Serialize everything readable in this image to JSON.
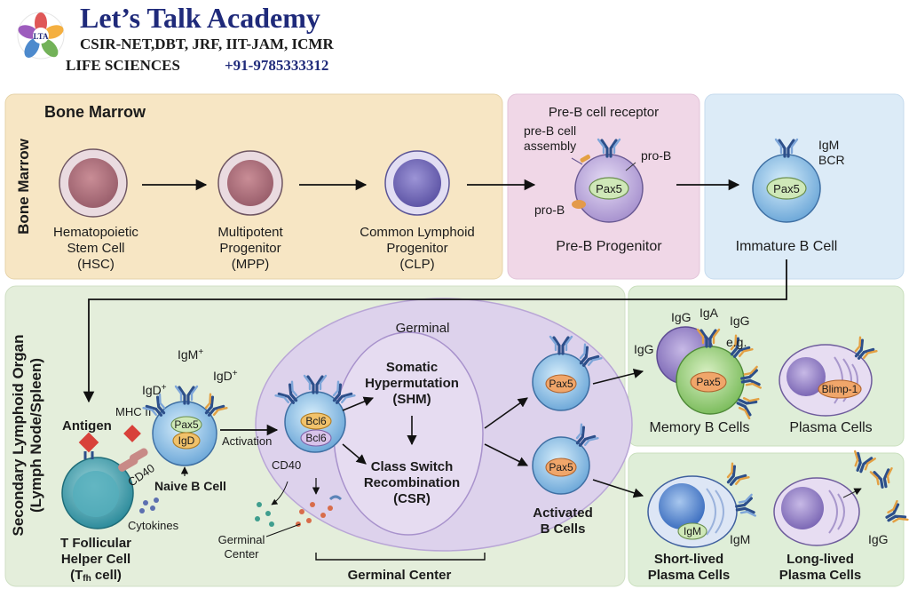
{
  "header": {
    "title": "Let’s Talk Academy",
    "subtitle": "CSIR-NET,DBT, JRF, IIT-JAM, ICMR",
    "line3": "LIFE SCIENCES",
    "phone": "+91-9785333312",
    "logo_text": "LTA",
    "colors": {
      "title": "#1f2a7a",
      "accent": "#d4262a"
    }
  },
  "bone_marrow": {
    "side_label": "Bone Marrow",
    "title": "Bone Marrow",
    "hsc": [
      "Hematopoietic",
      "Stem Cell",
      "(HSC)"
    ],
    "mpp": [
      "Multipotent",
      "Progenitor",
      "(MPP)"
    ],
    "clp": [
      "Common Lymphoid",
      "Progenitor",
      "(CLP)"
    ]
  },
  "preb": {
    "receptor": "Pre-B cell receptor",
    "assembly": [
      "pre-B cell",
      "assembly"
    ],
    "prob_top": "pro-B",
    "prob_bottom": "pro-B",
    "pax5": "Pax5",
    "label": "Pre-B Progenitor"
  },
  "immature": {
    "igm": "IgM",
    "bcr": "BCR",
    "pax5": "Pax5",
    "label": "Immature B Cell"
  },
  "secondary": {
    "side_label_1": "Secondary Lymphoid Organ",
    "side_label_2": "(Lymph Node/Spleen)",
    "antigen": "Antigen",
    "mhc": "MHC II",
    "cd40_left": "CD40",
    "cytokines": "Cytokines",
    "tfh": [
      "T Follicular",
      "Helper Cell"
    ],
    "tfh_paren_open": "(T",
    "tfh_sub": "fh",
    "tfh_paren_close": " cell)",
    "igm_plus": "IgM",
    "igd_plus_left": "IgD",
    "igd_plus_right": "IgD",
    "plus": "+",
    "naive_pax5": "Pax5",
    "naive_igd": "IgD",
    "naive_label": "Naive B Cell",
    "activation": "Activation"
  },
  "germinal": {
    "title": "Germinal",
    "bcl6_a": "Bcl6",
    "bcl6_b": "Bcl6",
    "cd40": "CD40",
    "shm": [
      "Somatic",
      "Hypermutation",
      "(SHM)"
    ],
    "csr": [
      "Class Switch",
      "Recombination",
      "(CSR)"
    ],
    "gc_center": [
      "Germinal",
      "Center"
    ],
    "gc_bracket": "Germinal Center",
    "activated_pax5_a": "Pax5",
    "activated_pax5_b": "Pax5",
    "activated_label": [
      "Activated",
      "B Cells"
    ]
  },
  "outputs": {
    "memory_isotypes": [
      "IgG",
      "IgA",
      "IgG",
      "IgG"
    ],
    "eg": "e.g.",
    "memory_pax5": "Pax5",
    "memory_label": "Memory B Cells",
    "plasma_blimp": "Blimp-1",
    "plasma_label": "Plasma Cells",
    "short_igm_inner": "IgM",
    "short_igm_outer": "IgM",
    "short_label": [
      "Short-lived",
      "Plasma Cells"
    ],
    "long_igg": "IgG",
    "long_label": [
      "Long-lived",
      "Plasma Cells"
    ]
  }
}
